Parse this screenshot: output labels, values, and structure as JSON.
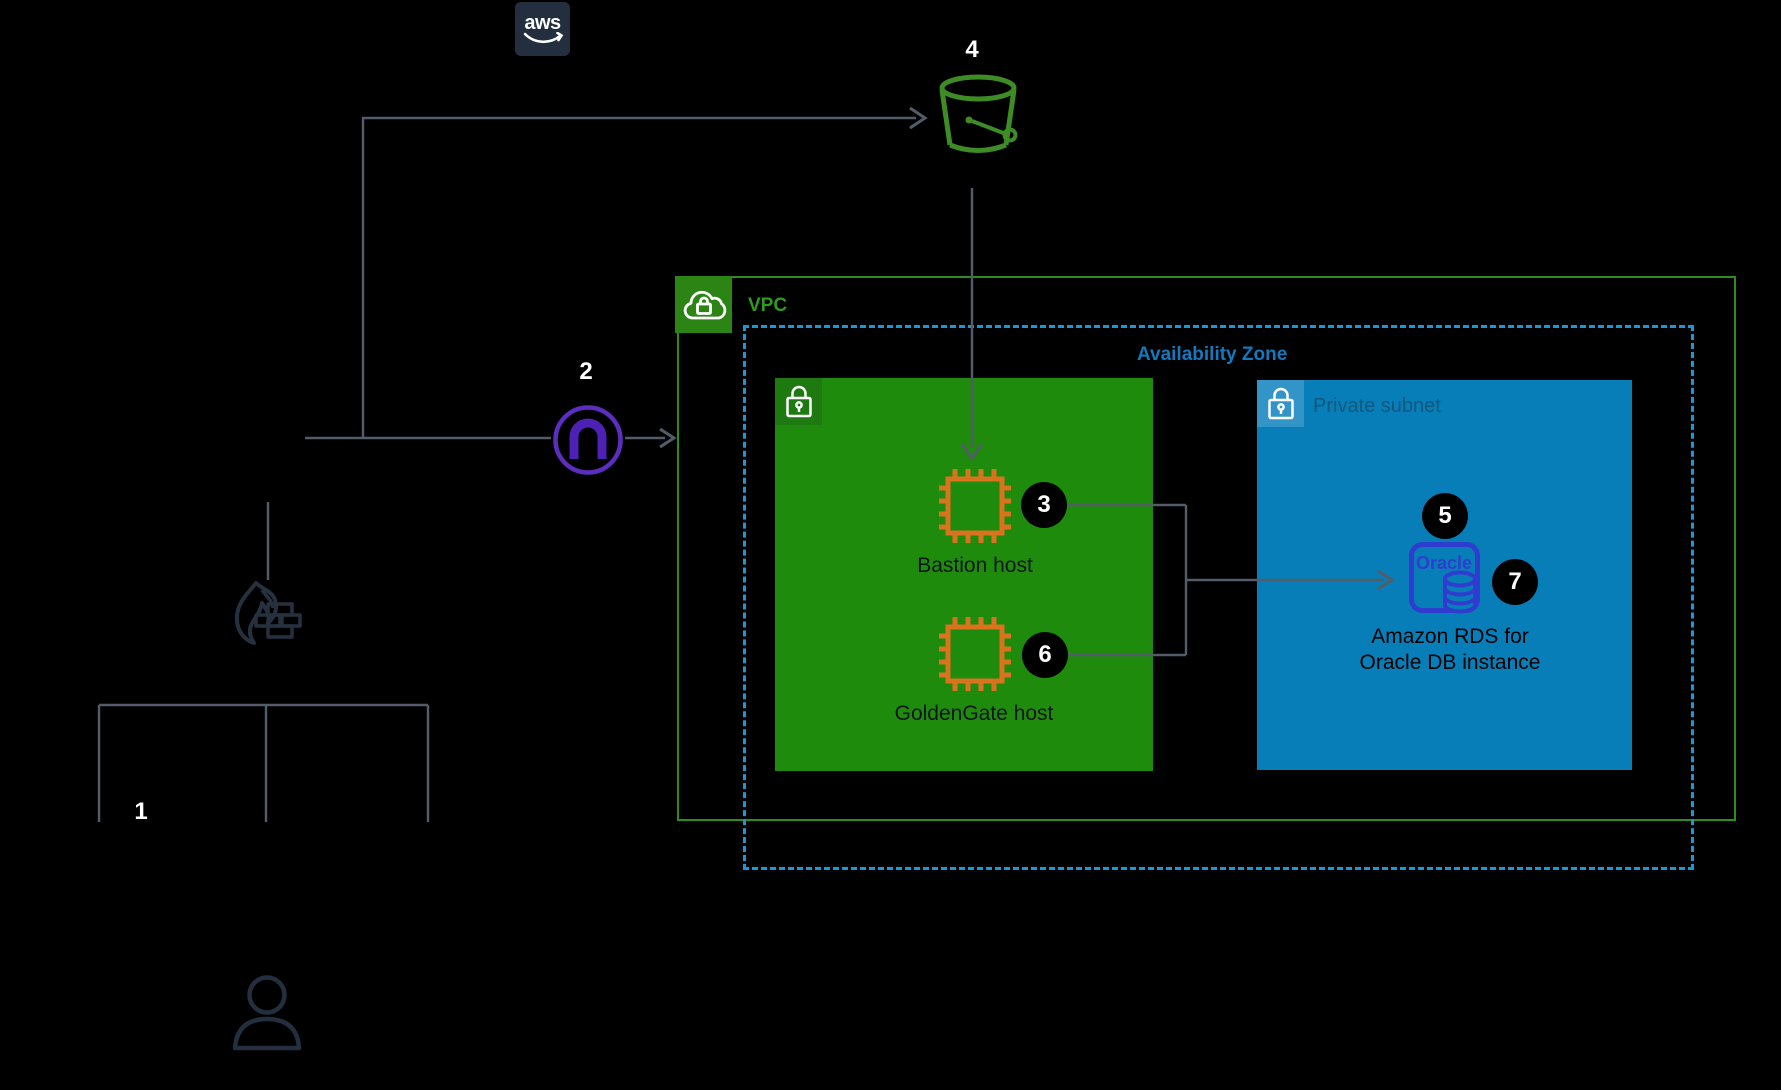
{
  "aws_logo": {
    "text": "aws"
  },
  "numbers": {
    "n1": "1",
    "n2": "2",
    "n3": "3",
    "n4": "4",
    "n5": "5",
    "n6": "6",
    "n7": "7"
  },
  "vpc": {
    "label": "VPC"
  },
  "availability_zone": {
    "label": "Availability Zone"
  },
  "subnets": {
    "blue_private_label": "Private subnet"
  },
  "hosts": {
    "bastion": "Bastion host",
    "goldengate": "GoldenGate host"
  },
  "rds": {
    "line1": "Amazon RDS for",
    "line2": "Oracle DB instance",
    "oracle_logo": "Oracle"
  },
  "icons": {
    "aws_smile": "aws-smile-icon",
    "s3_bucket": "s3-bucket-icon",
    "gateway": "virtual-private-gateway-icon",
    "vpc_cloud": "vpc-cloud-lock-icon",
    "subnet_lock": "lock-icon",
    "instance_chip": "ec2-instance-chip-icon",
    "oracle_db": "oracle-database-icon",
    "firewall": "firewall-icon",
    "user": "user-icon"
  },
  "colors": {
    "background": "#000000",
    "line_gray": "#525D69",
    "dark_navy": "#232F3E",
    "bucket_green": "#3E8C26",
    "vpc_green": "#2E8B1D",
    "subnet_green": "#1F8B0C",
    "subnet_green_badge": "#1E7A10",
    "subnet_blue": "#087EB8",
    "subnet_blue_badge": "#3394C7",
    "az_dash_blue": "#1E96D6",
    "az_text_blue": "#1478BE",
    "chip_orange": "#D9731E",
    "gateway_purple": "#5B2EC0",
    "oracle_indigo": "#2F3CCF"
  }
}
